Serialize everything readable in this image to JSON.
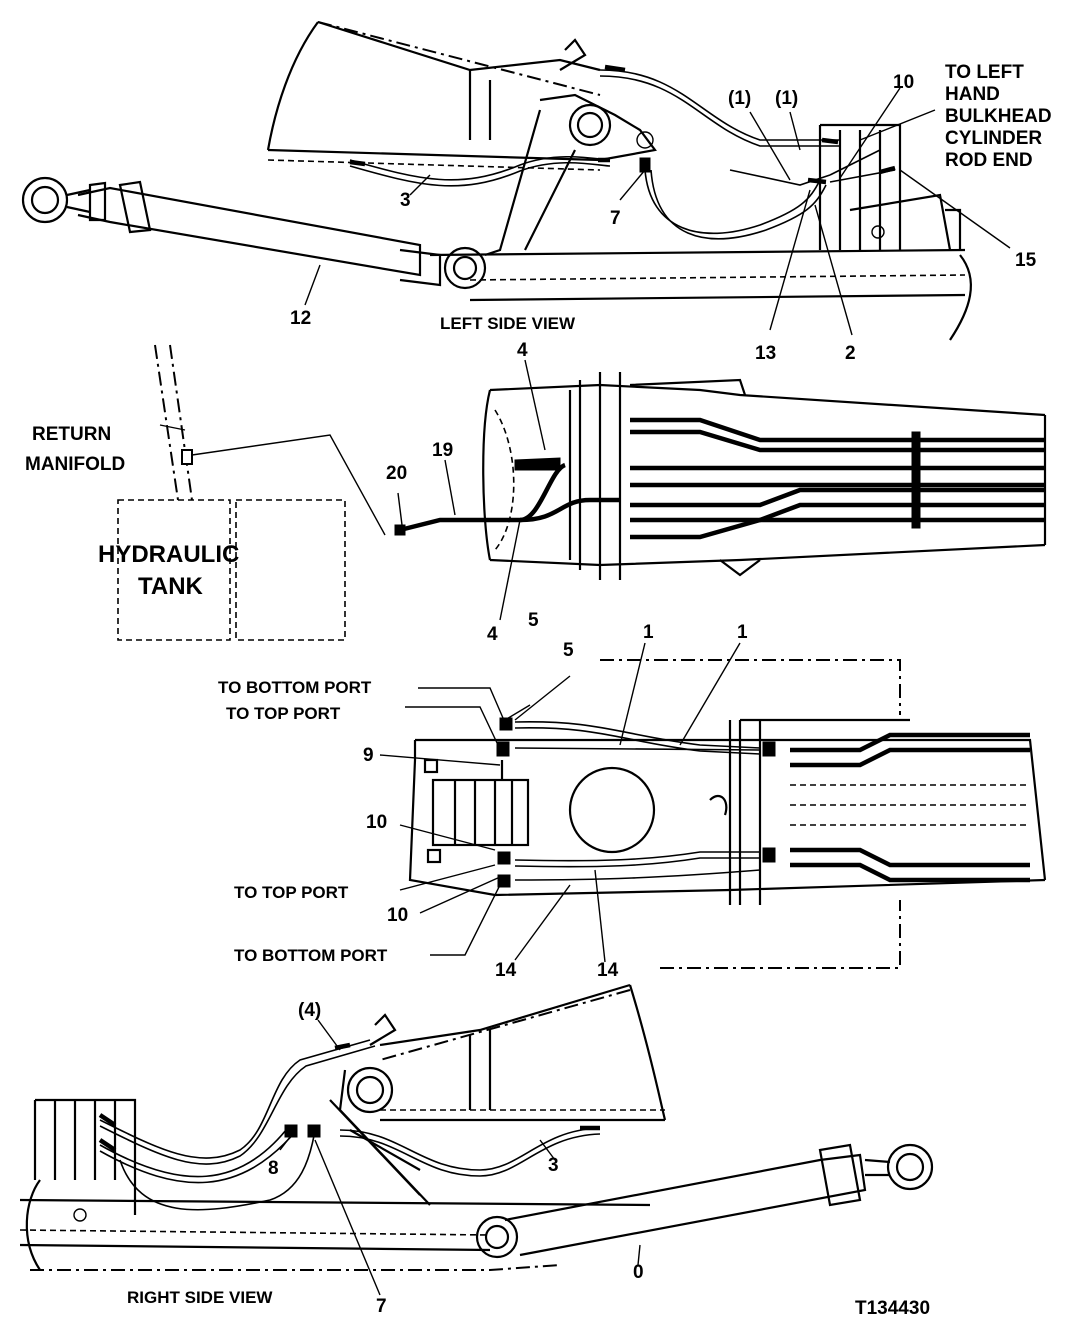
{
  "diagram": {
    "figure_id": "T134430",
    "views": {
      "left_side": "LEFT SIDE VIEW",
      "right_side": "RIGHT SIDE VIEW"
    },
    "notes": {
      "to_left_hand_bulkhead": [
        "TO LEFT",
        "HAND",
        "BULKHEAD",
        "CYLINDER",
        "ROD END"
      ],
      "return_manifold": [
        "RETURN",
        "MANIFOLD"
      ],
      "hydraulic_tank": [
        "HYDRAULIC",
        "TANK"
      ],
      "to_bottom_port": "TO BOTTOM PORT",
      "to_top_port": "TO TOP  PORT"
    },
    "callouts": {
      "left_1a": "(1)",
      "left_1b": "(1)",
      "left_10": "10",
      "left_3": "3",
      "left_7": "7",
      "left_15": "15",
      "left_12": "12",
      "left_13": "13",
      "left_2": "2",
      "top_4a": "4",
      "top_19": "19",
      "top_20": "20",
      "top_4b": "4",
      "mid_5a": "5",
      "mid_5b": "5",
      "mid_1a": "1",
      "mid_1b": "1",
      "mid_9": "9",
      "mid_10a": "10",
      "mid_10b": "10",
      "mid_14a": "14",
      "mid_14b": "14",
      "right_4": "(4)",
      "right_8": "8",
      "right_3": "3",
      "right_7": "7",
      "right_0": "0"
    }
  }
}
